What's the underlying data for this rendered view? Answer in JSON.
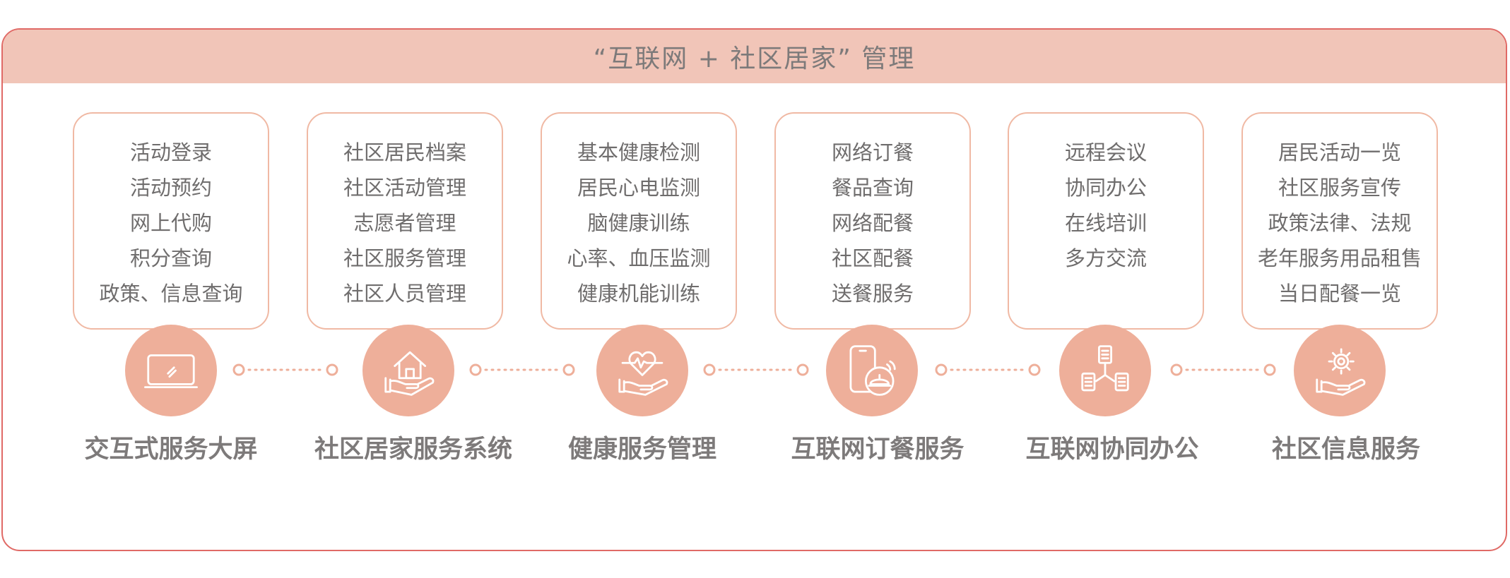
{
  "header": {
    "title": "“互联网 + 社区居家” 管理"
  },
  "modules": [
    {
      "label": "交互式服务大屏",
      "icon": "tablet-icon",
      "items": [
        "活动登录",
        "活动预约",
        "网上代购",
        "积分查询",
        "政策、信息查询"
      ]
    },
    {
      "label": "社区居家服务系统",
      "icon": "house-in-hand-icon",
      "items": [
        "社区居民档案",
        "社区活动管理",
        "志愿者管理",
        "社区服务管理",
        "社区人员管理"
      ]
    },
    {
      "label": "健康服务管理",
      "icon": "heart-pulse-in-hand-icon",
      "items": [
        "基本健康检测",
        "居民心电监测",
        "脑健康训练",
        "心率、血压监测",
        "健康机能训练"
      ]
    },
    {
      "label": "互联网订餐服务",
      "icon": "phone-food-delivery-icon",
      "items": [
        "网络订餐",
        "餐品查询",
        "网络配餐",
        "社区配餐",
        "送餐服务"
      ]
    },
    {
      "label": "互联网协同办公",
      "icon": "document-network-icon",
      "items": [
        "远程会议",
        "协同办公",
        "在线培训",
        "多方交流"
      ]
    },
    {
      "label": "社区信息服务",
      "icon": "gear-in-hand-icon",
      "items": [
        "居民活动一览",
        "社区服务宣传",
        "政策法律、法规",
        "老年服务用品租售",
        "当日配餐一览"
      ]
    }
  ]
}
